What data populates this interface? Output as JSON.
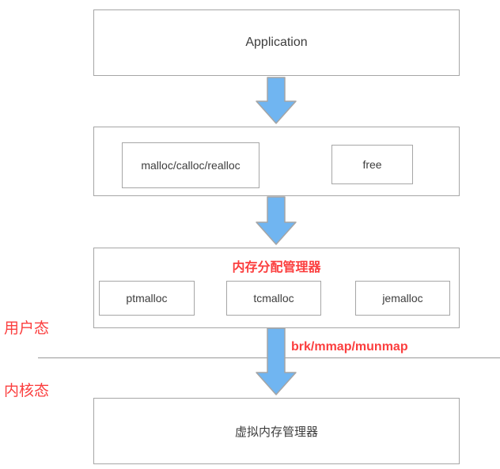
{
  "diagram": {
    "application": {
      "label": "Application"
    },
    "libc": {
      "alloc_label": "malloc/calloc/realloc",
      "free_label": "free"
    },
    "allocator": {
      "title": "内存分配管理器",
      "items": [
        {
          "label": "ptmalloc"
        },
        {
          "label": "tcmalloc"
        },
        {
          "label": "jemalloc"
        }
      ]
    },
    "vmm": {
      "label": "虚拟内存管理器"
    },
    "labels": {
      "user_mode": "用户态",
      "kernel_mode": "内核态",
      "syscalls": "brk/mmap/munmap"
    }
  },
  "colors": {
    "red": "#fb3e3e",
    "arrow-fill": "#70b5f1",
    "arrow-stroke": "#a5a5a5",
    "box-border": "#a6a6a6",
    "text-dark": "#3d3d3d",
    "line": "#999999"
  }
}
